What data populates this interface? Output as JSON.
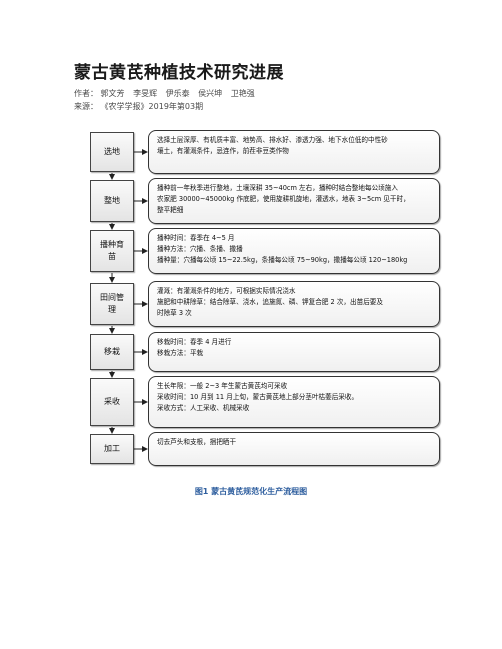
{
  "article": {
    "title": "蒙古黄芪种植技术研究进展",
    "authors_label": "作者：",
    "authors": [
      "郭文芳",
      "李旻辉",
      "伊乐泰",
      "侯兴坤",
      "卫艳强"
    ],
    "source_label": "来源：",
    "source": "《农学学报》2019年第03期"
  },
  "flowchart": {
    "caption": "图1 蒙古黄芪规范化生产流程图",
    "steps": [
      {
        "label": "选地",
        "desc": [
          "选择土层深厚、有机质丰富、地势高、排水好、渗透力强、地下水位低的中性砂",
          "壤土，有灌溉条件，忌连作，前茬非豆类作物"
        ]
      },
      {
        "label": "整地",
        "desc": [
          "播种前一年秋季进行整地，土壤深耕 35~40cm 左右，播种时结合整地每公顷施入",
          "农家肥 30000~45000kg 作底肥，使用旋耕机旋地，灌透水，地表 3~5cm 见干时，",
          "整平耙细"
        ]
      },
      {
        "label": "播种育苗",
        "desc": [
          "播种时间：春季在 4~5 月",
          "播种方法：穴播、条播、撒播",
          "播种量：穴播每公顷 15~22.5kg，条播每公顷 75~90kg，撒播每公顷 120~180kg"
        ]
      },
      {
        "label": "田间管理",
        "desc": [
          "灌溉：有灌溉条件的地方，可根据实际情况浇水",
          "施肥和中耕除草：结合除草、浇水，追施氮、磷、钾复合肥 2 次，出苗后要及",
          "时除草 3 次"
        ]
      },
      {
        "label": "移栽",
        "desc": [
          "移栽时间：春季 4 月进行",
          "移栽方法：平栽"
        ]
      },
      {
        "label": "采收",
        "desc": [
          "生长年限：一般 2~3 年生蒙古黄芪均可采收",
          "采收时间：10 月到 11 月上旬，蒙古黄芪地上部分茎叶枯萎后采收。",
          "采收方式：人工采收、机械采收"
        ]
      },
      {
        "label": "加工",
        "desc": [
          "切去芦头和支根，捆把晒干"
        ]
      }
    ]
  }
}
